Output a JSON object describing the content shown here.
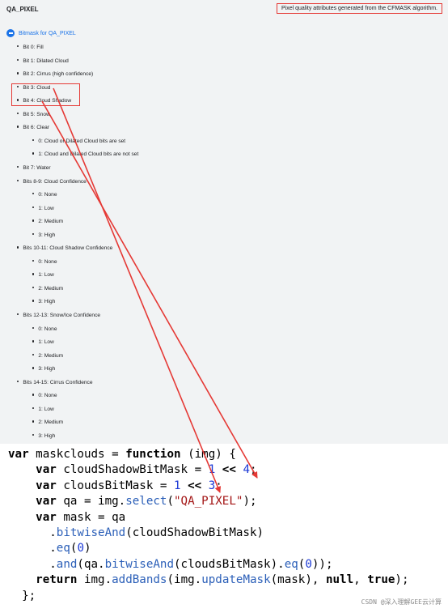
{
  "band": {
    "name": "QA_PIXEL",
    "description": "Pixel quality attributes generated from the CFMASK algorithm."
  },
  "bitmask": {
    "title": "Bitmask for QA_PIXEL",
    "items": [
      {
        "text": "Bit 0: Fill",
        "level": 0
      },
      {
        "text": "Bit 1: Dilated Cloud",
        "level": 0
      },
      {
        "text": "Bit 2: Cirrus (high confidence)",
        "level": 0
      },
      {
        "text": "Bit 3: Cloud",
        "level": 0
      },
      {
        "text": "Bit 4: Cloud Shadow",
        "level": 0
      },
      {
        "text": "Bit 5: Snow",
        "level": 0
      },
      {
        "text": "Bit 6: Clear",
        "level": 0
      },
      {
        "text": "0: Cloud or Dilated Cloud bits are set",
        "level": 1
      },
      {
        "text": "1: Cloud and Dilated Cloud bits are not set",
        "level": 1
      },
      {
        "text": "Bit 7: Water",
        "level": 0
      },
      {
        "text": "Bits 8-9: Cloud Confidence",
        "level": 0
      },
      {
        "text": "0: None",
        "level": 1
      },
      {
        "text": "1: Low",
        "level": 1
      },
      {
        "text": "2: Medium",
        "level": 1
      },
      {
        "text": "3: High",
        "level": 1
      },
      {
        "text": "Bits 10-11: Cloud Shadow Confidence",
        "level": 0
      },
      {
        "text": "0: None",
        "level": 1
      },
      {
        "text": "1: Low",
        "level": 1
      },
      {
        "text": "2: Medium",
        "level": 1
      },
      {
        "text": "3: High",
        "level": 1
      },
      {
        "text": "Bits 12-13: Snow/Ice Confidence",
        "level": 0
      },
      {
        "text": "0: None",
        "level": 1
      },
      {
        "text": "1: Low",
        "level": 1
      },
      {
        "text": "2: Medium",
        "level": 1
      },
      {
        "text": "3: High",
        "level": 1
      },
      {
        "text": "Bits 14-15: Cirrus Confidence",
        "level": 0
      },
      {
        "text": "0: None",
        "level": 1
      },
      {
        "text": "1: Low",
        "level": 1
      },
      {
        "text": "2: Medium",
        "level": 1
      },
      {
        "text": "3: High",
        "level": 1
      }
    ]
  },
  "code": {
    "lines": [
      [
        {
          "t": "var",
          "c": "kw"
        },
        {
          "t": " maskclouds = ",
          "c": "plain"
        },
        {
          "t": "function",
          "c": "kw"
        },
        {
          "t": " (img) {",
          "c": "plain"
        }
      ],
      [
        {
          "t": "    ",
          "c": "plain"
        },
        {
          "t": "var",
          "c": "kw"
        },
        {
          "t": " cloudShadowBitMask = ",
          "c": "plain"
        },
        {
          "t": "1",
          "c": "num"
        },
        {
          "t": " << ",
          "c": "kw"
        },
        {
          "t": "4",
          "c": "num"
        },
        {
          "t": ";",
          "c": "plain"
        }
      ],
      [
        {
          "t": "    ",
          "c": "plain"
        },
        {
          "t": "var",
          "c": "kw"
        },
        {
          "t": " cloudsBitMask = ",
          "c": "plain"
        },
        {
          "t": "1",
          "c": "num"
        },
        {
          "t": " << ",
          "c": "kw"
        },
        {
          "t": "3",
          "c": "num"
        },
        {
          "t": ";",
          "c": "plain"
        }
      ],
      [
        {
          "t": "    ",
          "c": "plain"
        },
        {
          "t": "var",
          "c": "kw"
        },
        {
          "t": " qa = img.",
          "c": "plain"
        },
        {
          "t": "select",
          "c": "fn"
        },
        {
          "t": "(",
          "c": "plain"
        },
        {
          "t": "\"QA_PIXEL\"",
          "c": "str"
        },
        {
          "t": ");",
          "c": "plain"
        }
      ],
      [
        {
          "t": "    ",
          "c": "plain"
        },
        {
          "t": "var",
          "c": "kw"
        },
        {
          "t": " mask = qa",
          "c": "plain"
        }
      ],
      [
        {
          "t": "      .",
          "c": "plain"
        },
        {
          "t": "bitwiseAnd",
          "c": "fn"
        },
        {
          "t": "(cloudShadowBitMask)",
          "c": "plain"
        }
      ],
      [
        {
          "t": "      .",
          "c": "plain"
        },
        {
          "t": "eq",
          "c": "fn"
        },
        {
          "t": "(",
          "c": "plain"
        },
        {
          "t": "0",
          "c": "num"
        },
        {
          "t": ")",
          "c": "plain"
        }
      ],
      [
        {
          "t": "      .",
          "c": "plain"
        },
        {
          "t": "and",
          "c": "fn"
        },
        {
          "t": "(qa.",
          "c": "plain"
        },
        {
          "t": "bitwiseAnd",
          "c": "fn"
        },
        {
          "t": "(cloudsBitMask).",
          "c": "plain"
        },
        {
          "t": "eq",
          "c": "fn"
        },
        {
          "t": "(",
          "c": "plain"
        },
        {
          "t": "0",
          "c": "num"
        },
        {
          "t": "));",
          "c": "plain"
        }
      ],
      [
        {
          "t": "    ",
          "c": "plain"
        },
        {
          "t": "return",
          "c": "kw"
        },
        {
          "t": " img.",
          "c": "plain"
        },
        {
          "t": "addBands",
          "c": "fn"
        },
        {
          "t": "(img.",
          "c": "plain"
        },
        {
          "t": "updateMask",
          "c": "fn"
        },
        {
          "t": "(mask), ",
          "c": "plain"
        },
        {
          "t": "null",
          "c": "kw"
        },
        {
          "t": ", ",
          "c": "plain"
        },
        {
          "t": "true",
          "c": "kw"
        },
        {
          "t": ");",
          "c": "plain"
        }
      ],
      [
        {
          "t": "  };",
          "c": "plain"
        }
      ]
    ]
  },
  "watermark": "CSDN @深入理解GEE云计算",
  "colors": {
    "annotation": "#e53935",
    "link": "#1a73e8",
    "doc_background": "#f1f3f4"
  }
}
